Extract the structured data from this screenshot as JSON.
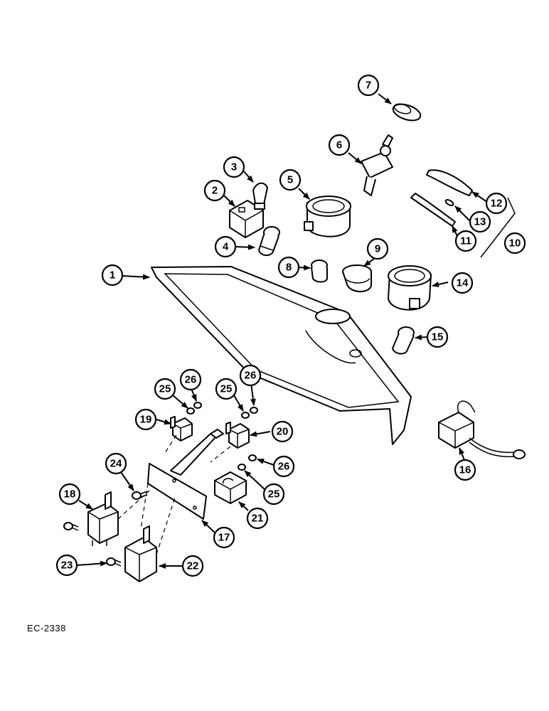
{
  "figure_code": "EC-2338",
  "callouts": [
    "1",
    "2",
    "3",
    "4",
    "5",
    "6",
    "7",
    "8",
    "9",
    "10",
    "11",
    "12",
    "13",
    "14",
    "15",
    "16",
    "17",
    "18",
    "19",
    "20",
    "21",
    "22",
    "23",
    "24",
    "25",
    "25",
    "25",
    "26",
    "26",
    "26"
  ]
}
